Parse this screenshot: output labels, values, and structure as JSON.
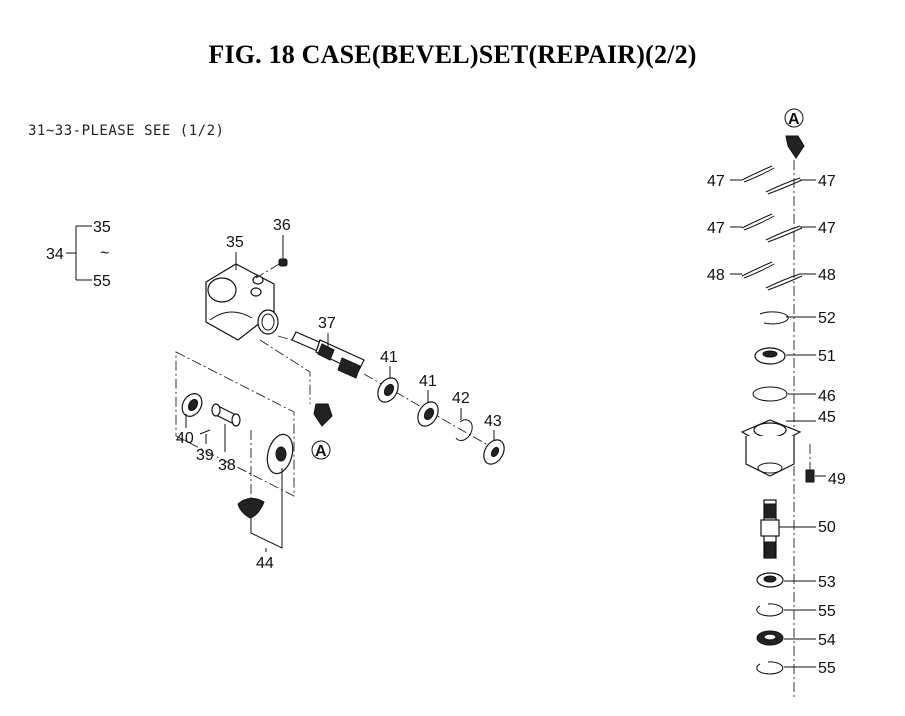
{
  "title": "FIG. 18  CASE(BEVEL)SET(REPAIR)(2/2)",
  "note": "31~33-PLEASE SEE  (1/2)",
  "assembly_bracket": {
    "parent": "34",
    "from": "35",
    "range_symbol": "~",
    "to": "55"
  },
  "callouts": {
    "p35": "35",
    "p36": "36",
    "p37": "37",
    "p38": "38",
    "p39": "39",
    "p40": "40",
    "p41a": "41",
    "p41b": "41",
    "p42": "42",
    "p43": "43",
    "p44": "44",
    "p47a": "47",
    "p47b": "47",
    "p47c": "47",
    "p47d": "47",
    "p48a": "48",
    "p48b": "48",
    "p52": "52",
    "p51": "51",
    "p46": "46",
    "p45": "45",
    "p49": "49",
    "p50": "50",
    "p53": "53",
    "p55a": "55",
    "p54": "54",
    "p55b": "55"
  },
  "reference_markers": {
    "left": "A",
    "right": "A"
  }
}
